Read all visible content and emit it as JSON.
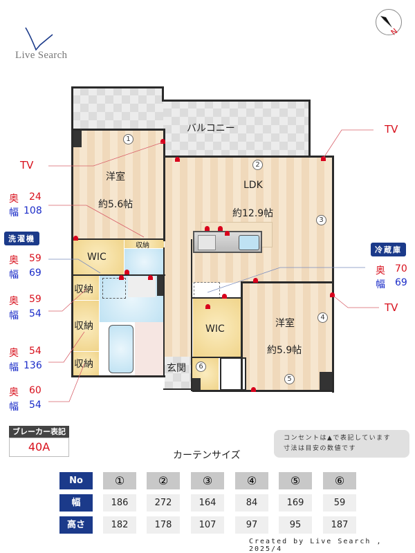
{
  "logo": {
    "text": "Live Search"
  },
  "compass": {
    "label": "N"
  },
  "rooms": {
    "balcony": "バルコニー",
    "western1": {
      "name": "洋室",
      "size": "約5.6帖"
    },
    "ldk": {
      "name": "LDK",
      "size": "約12.9帖"
    },
    "western2": {
      "name": "洋室",
      "size": "約5.9帖"
    },
    "wic1": "WIC",
    "wic2": "WIC",
    "storage_small": "収納",
    "storage1": "収納",
    "storage2": "収納",
    "storage3": "収納",
    "entrance": "玄関"
  },
  "window_numbers": [
    "1",
    "2",
    "3",
    "4",
    "5",
    "6"
  ],
  "annotations": {
    "tv_left": "TV",
    "tv_top_right": "TV",
    "tv_right": "TV",
    "closet1": {
      "depth_label": "奥",
      "depth": "24",
      "width_label": "幅",
      "width": "108"
    },
    "washer": {
      "title": "洗濯機",
      "depth_label": "奥",
      "depth": "59",
      "width_label": "幅",
      "width": "69"
    },
    "storage1": {
      "depth_label": "奥",
      "depth": "59",
      "width_label": "幅",
      "width": "54"
    },
    "storage2": {
      "depth_label": "奥",
      "depth": "54",
      "width_label": "幅",
      "width": "136"
    },
    "storage3": {
      "depth_label": "奥",
      "depth": "60",
      "width_label": "幅",
      "width": "54"
    },
    "fridge": {
      "title": "冷蔵庫",
      "depth_label": "奥",
      "depth": "70",
      "width_label": "幅",
      "width": "69"
    }
  },
  "breaker": {
    "label": "ブレーカー表記",
    "value": "40A"
  },
  "legend": {
    "line1": "コンセントは▲で表記しています",
    "line2": "寸法は目安の数値です"
  },
  "curtain": {
    "title": "カーテンサイズ",
    "headers": {
      "no": "No",
      "width": "幅",
      "height": "高さ"
    },
    "numbers": [
      "①",
      "②",
      "③",
      "④",
      "⑤",
      "⑥"
    ],
    "widths": [
      "186",
      "272",
      "164",
      "84",
      "169",
      "59"
    ],
    "heights": [
      "182",
      "178",
      "107",
      "97",
      "95",
      "187"
    ]
  },
  "credit": "Created by Live Search , 2025/4",
  "colors": {
    "accent_navy": "#1b3a8a",
    "red": "#d8101c",
    "blue": "#1a2bc8"
  }
}
